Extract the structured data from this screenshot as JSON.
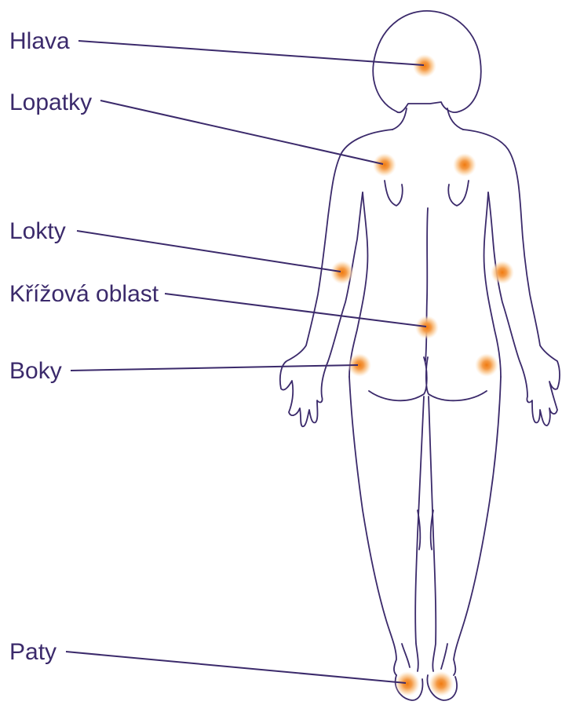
{
  "colors": {
    "outline": "#3b2a6b",
    "text": "#3b2a6b",
    "marker_core": "#f08a24",
    "marker_glow": "#fbd6a8"
  },
  "labels": [
    {
      "id": "hlava",
      "text": "Hlava"
    },
    {
      "id": "lopatky",
      "text": "Lopatky"
    },
    {
      "id": "lokty",
      "text": "Lokty"
    },
    {
      "id": "krizova",
      "text": "Křížová oblast"
    },
    {
      "id": "boky",
      "text": "Boky"
    },
    {
      "id": "paty",
      "text": "Paty"
    }
  ]
}
